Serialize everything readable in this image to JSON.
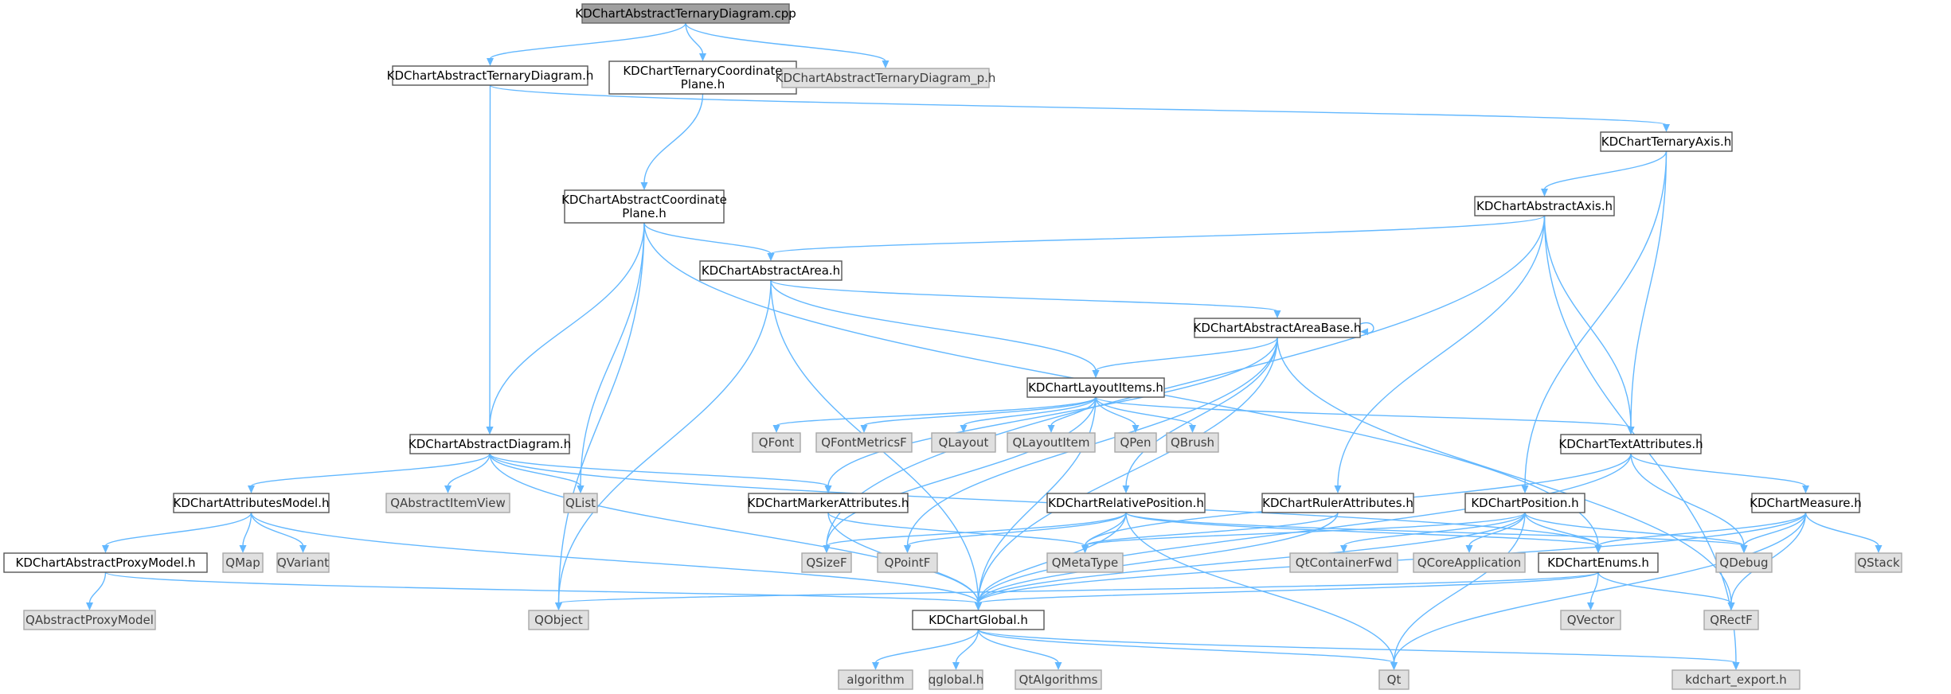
{
  "diagram": {
    "title": "KDChartAbstractTernaryDiagram.cpp",
    "colors": {
      "edge": "#63b8ff",
      "root_fill": "#a0a0a0",
      "file_fill": "#ffffff",
      "external_fill": "#e0e0e0"
    },
    "nodes": [
      {
        "id": "root",
        "lines": [
          "KDChartAbstractTernaryDiagram.cpp"
        ],
        "kind": "root"
      },
      {
        "id": "atd_h",
        "lines": [
          "KDChartAbstractTernaryDiagram.h"
        ],
        "kind": "file"
      },
      {
        "id": "tcp_h",
        "lines": [
          "KDChartTernaryCoordinate",
          "Plane.h"
        ],
        "kind": "file"
      },
      {
        "id": "atd_p",
        "lines": [
          "KDChartAbstractTernaryDiagram_p.h"
        ],
        "kind": "ext"
      },
      {
        "id": "tax_h",
        "lines": [
          "KDChartTernaryAxis.h"
        ],
        "kind": "file"
      },
      {
        "id": "acp_h",
        "lines": [
          "KDChartAbstractCoordinate",
          "Plane.h"
        ],
        "kind": "file"
      },
      {
        "id": "aax_h",
        "lines": [
          "KDChartAbstractAxis.h"
        ],
        "kind": "file"
      },
      {
        "id": "aar_h",
        "lines": [
          "KDChartAbstractArea.h"
        ],
        "kind": "file"
      },
      {
        "id": "aab_h",
        "lines": [
          "KDChartAbstractAreaBase.h"
        ],
        "kind": "file"
      },
      {
        "id": "li_h",
        "lines": [
          "KDChartLayoutItems.h"
        ],
        "kind": "file"
      },
      {
        "id": "QFont",
        "lines": [
          "QFont"
        ],
        "kind": "ext"
      },
      {
        "id": "QFontMetricsF",
        "lines": [
          "QFontMetricsF"
        ],
        "kind": "ext"
      },
      {
        "id": "QLayout",
        "lines": [
          "QLayout"
        ],
        "kind": "ext"
      },
      {
        "id": "QLayoutItem",
        "lines": [
          "QLayoutItem"
        ],
        "kind": "ext"
      },
      {
        "id": "QPen",
        "lines": [
          "QPen"
        ],
        "kind": "ext"
      },
      {
        "id": "QBrush",
        "lines": [
          "QBrush"
        ],
        "kind": "ext"
      },
      {
        "id": "ta_h",
        "lines": [
          "KDChartTextAttributes.h"
        ],
        "kind": "file"
      },
      {
        "id": "ad_h",
        "lines": [
          "KDChartAbstractDiagram.h"
        ],
        "kind": "file"
      },
      {
        "id": "QAbstractItemView",
        "lines": [
          "QAbstractItemView"
        ],
        "kind": "ext"
      },
      {
        "id": "QList",
        "lines": [
          "QList"
        ],
        "kind": "ext"
      },
      {
        "id": "am_h",
        "lines": [
          "KDChartAttributesModel.h"
        ],
        "kind": "file"
      },
      {
        "id": "ma_h",
        "lines": [
          "KDChartMarkerAttributes.h"
        ],
        "kind": "file"
      },
      {
        "id": "rp_h",
        "lines": [
          "KDChartRelativePosition.h"
        ],
        "kind": "file"
      },
      {
        "id": "ra_h",
        "lines": [
          "KDChartRulerAttributes.h"
        ],
        "kind": "file"
      },
      {
        "id": "pos_h",
        "lines": [
          "KDChartPosition.h"
        ],
        "kind": "file"
      },
      {
        "id": "me_h",
        "lines": [
          "KDChartMeasure.h"
        ],
        "kind": "file"
      },
      {
        "id": "QMap",
        "lines": [
          "QMap"
        ],
        "kind": "ext"
      },
      {
        "id": "QVariant",
        "lines": [
          "QVariant"
        ],
        "kind": "ext"
      },
      {
        "id": "apm_h",
        "lines": [
          "KDChartAbstractProxyModel.h"
        ],
        "kind": "file"
      },
      {
        "id": "QSizeF",
        "lines": [
          "QSizeF"
        ],
        "kind": "ext"
      },
      {
        "id": "QPointF",
        "lines": [
          "QPointF"
        ],
        "kind": "ext"
      },
      {
        "id": "QMetaType",
        "lines": [
          "QMetaType"
        ],
        "kind": "ext"
      },
      {
        "id": "QtContainerFwd",
        "lines": [
          "QtContainerFwd"
        ],
        "kind": "ext"
      },
      {
        "id": "QCoreApplication",
        "lines": [
          "QCoreApplication"
        ],
        "kind": "ext"
      },
      {
        "id": "en_h",
        "lines": [
          "KDChartEnums.h"
        ],
        "kind": "file"
      },
      {
        "id": "QDebug",
        "lines": [
          "QDebug"
        ],
        "kind": "ext"
      },
      {
        "id": "QStack",
        "lines": [
          "QStack"
        ],
        "kind": "ext"
      },
      {
        "id": "QAbstractProxyModel",
        "lines": [
          "QAbstractProxyModel"
        ],
        "kind": "ext"
      },
      {
        "id": "QObject",
        "lines": [
          "QObject"
        ],
        "kind": "ext"
      },
      {
        "id": "gl_h",
        "lines": [
          "KDChartGlobal.h"
        ],
        "kind": "file"
      },
      {
        "id": "QVector",
        "lines": [
          "QVector"
        ],
        "kind": "ext"
      },
      {
        "id": "QRectF",
        "lines": [
          "QRectF"
        ],
        "kind": "ext"
      },
      {
        "id": "algorithm",
        "lines": [
          "algorithm"
        ],
        "kind": "ext"
      },
      {
        "id": "qglobal_h",
        "lines": [
          "qglobal.h"
        ],
        "kind": "ext"
      },
      {
        "id": "QtAlgorithms",
        "lines": [
          "QtAlgorithms"
        ],
        "kind": "ext"
      },
      {
        "id": "Qt",
        "lines": [
          "Qt"
        ],
        "kind": "ext"
      },
      {
        "id": "kdexp",
        "lines": [
          "kdchart_export.h"
        ],
        "kind": "ext"
      }
    ],
    "edges": [
      [
        "root",
        "atd_h"
      ],
      [
        "root",
        "tcp_h"
      ],
      [
        "root",
        "atd_p"
      ],
      [
        "atd_h",
        "tax_h"
      ],
      [
        "atd_h",
        "ad_h"
      ],
      [
        "tcp_h",
        "acp_h"
      ],
      [
        "tax_h",
        "aax_h"
      ],
      [
        "tax_h",
        "ta_h"
      ],
      [
        "tax_h",
        "pos_h"
      ],
      [
        "acp_h",
        "aar_h"
      ],
      [
        "acp_h",
        "ad_h"
      ],
      [
        "acp_h",
        "QList"
      ],
      [
        "acp_h",
        "QObject"
      ],
      [
        "acp_h",
        "en_h"
      ],
      [
        "aax_h",
        "aar_h"
      ],
      [
        "aax_h",
        "ta_h"
      ],
      [
        "aax_h",
        "ra_h"
      ],
      [
        "aax_h",
        "kdexp"
      ],
      [
        "aax_h",
        "QSizeF"
      ],
      [
        "aar_h",
        "aab_h"
      ],
      [
        "aar_h",
        "li_h"
      ],
      [
        "aar_h",
        "gl_h"
      ],
      [
        "aar_h",
        "QObject"
      ],
      [
        "aab_h",
        "aab_h"
      ],
      [
        "aab_h",
        "li_h"
      ],
      [
        "aab_h",
        "gl_h"
      ],
      [
        "aab_h",
        "rp_h"
      ],
      [
        "aab_h",
        "QRectF"
      ],
      [
        "aab_h",
        "ma_h"
      ],
      [
        "aab_h",
        "QPointF"
      ],
      [
        "li_h",
        "QFont"
      ],
      [
        "li_h",
        "QFontMetricsF"
      ],
      [
        "li_h",
        "QLayout"
      ],
      [
        "li_h",
        "QLayoutItem"
      ],
      [
        "li_h",
        "QPen"
      ],
      [
        "li_h",
        "QBrush"
      ],
      [
        "li_h",
        "ta_h"
      ],
      [
        "li_h",
        "QSizeF"
      ],
      [
        "li_h",
        "gl_h"
      ],
      [
        "ta_h",
        "QDebug"
      ],
      [
        "ta_h",
        "me_h"
      ],
      [
        "ta_h",
        "QMetaType"
      ],
      [
        "ta_h",
        "gl_h"
      ],
      [
        "ad_h",
        "am_h"
      ],
      [
        "ad_h",
        "QAbstractItemView"
      ],
      [
        "ad_h",
        "QList"
      ],
      [
        "ad_h",
        "ma_h"
      ],
      [
        "ad_h",
        "gl_h"
      ],
      [
        "ad_h",
        "en_h"
      ],
      [
        "am_h",
        "apm_h"
      ],
      [
        "am_h",
        "QMap"
      ],
      [
        "am_h",
        "QVariant"
      ],
      [
        "am_h",
        "gl_h"
      ],
      [
        "apm_h",
        "QAbstractProxyModel"
      ],
      [
        "apm_h",
        "gl_h"
      ],
      [
        "ma_h",
        "QMetaType"
      ],
      [
        "ma_h",
        "gl_h"
      ],
      [
        "rp_h",
        "QSizeF"
      ],
      [
        "rp_h",
        "QPointF"
      ],
      [
        "rp_h",
        "QMetaType"
      ],
      [
        "rp_h",
        "gl_h"
      ],
      [
        "rp_h",
        "en_h"
      ],
      [
        "rp_h",
        "Qt"
      ],
      [
        "rp_h",
        "QDebug"
      ],
      [
        "ra_h",
        "QMetaType"
      ],
      [
        "ra_h",
        "gl_h"
      ],
      [
        "pos_h",
        "QMetaType"
      ],
      [
        "pos_h",
        "QtContainerFwd"
      ],
      [
        "pos_h",
        "QCoreApplication"
      ],
      [
        "pos_h",
        "en_h"
      ],
      [
        "pos_h",
        "QDebug"
      ],
      [
        "pos_h",
        "gl_h"
      ],
      [
        "pos_h",
        "Qt"
      ],
      [
        "me_h",
        "QDebug"
      ],
      [
        "me_h",
        "QStack"
      ],
      [
        "me_h",
        "en_h"
      ],
      [
        "me_h",
        "gl_h"
      ],
      [
        "me_h",
        "QRectF"
      ],
      [
        "me_h",
        "Qt"
      ],
      [
        "en_h",
        "QObject"
      ],
      [
        "en_h",
        "QVector"
      ],
      [
        "en_h",
        "QRectF"
      ],
      [
        "en_h",
        "gl_h"
      ],
      [
        "gl_h",
        "algorithm"
      ],
      [
        "gl_h",
        "qglobal_h"
      ],
      [
        "gl_h",
        "QtAlgorithms"
      ],
      [
        "gl_h",
        "Qt"
      ],
      [
        "gl_h",
        "kdexp"
      ]
    ]
  }
}
